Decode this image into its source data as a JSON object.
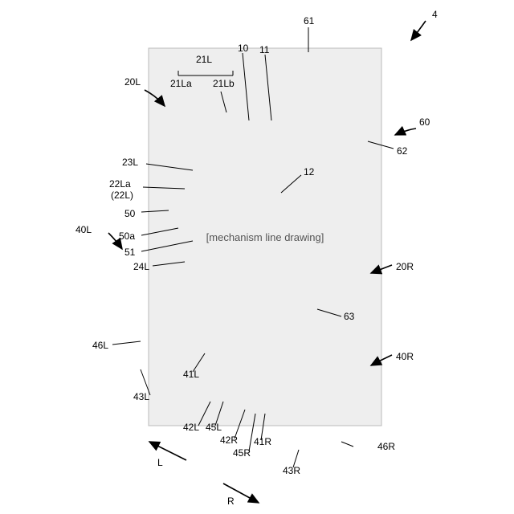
{
  "figure": {
    "placeholder_label": "[mechanism line drawing]",
    "labels": {
      "l4": "4",
      "l20L": "20L",
      "l21L": "21L",
      "l21La": "21La",
      "l21Lb": "21Lb",
      "l10": "10",
      "l11": "11",
      "l61": "61",
      "l60": "60",
      "l62": "62",
      "l12": "12",
      "l23L": "23L",
      "l22La": "22La",
      "l22Lp": "(22L)",
      "l50": "50",
      "l40L": "40L",
      "l50a": "50a",
      "l51": "51",
      "l24L": "24L",
      "l20R": "20R",
      "l63": "63",
      "l46L": "46L",
      "l40R": "40R",
      "l41L": "41L",
      "l43L": "43L",
      "l42L": "42L",
      "l45L": "45L",
      "l42R": "42R",
      "l41R": "41R",
      "l45R": "45R",
      "l46R": "46R",
      "l43R": "43R",
      "dirL": "L",
      "dirR": "R"
    }
  }
}
